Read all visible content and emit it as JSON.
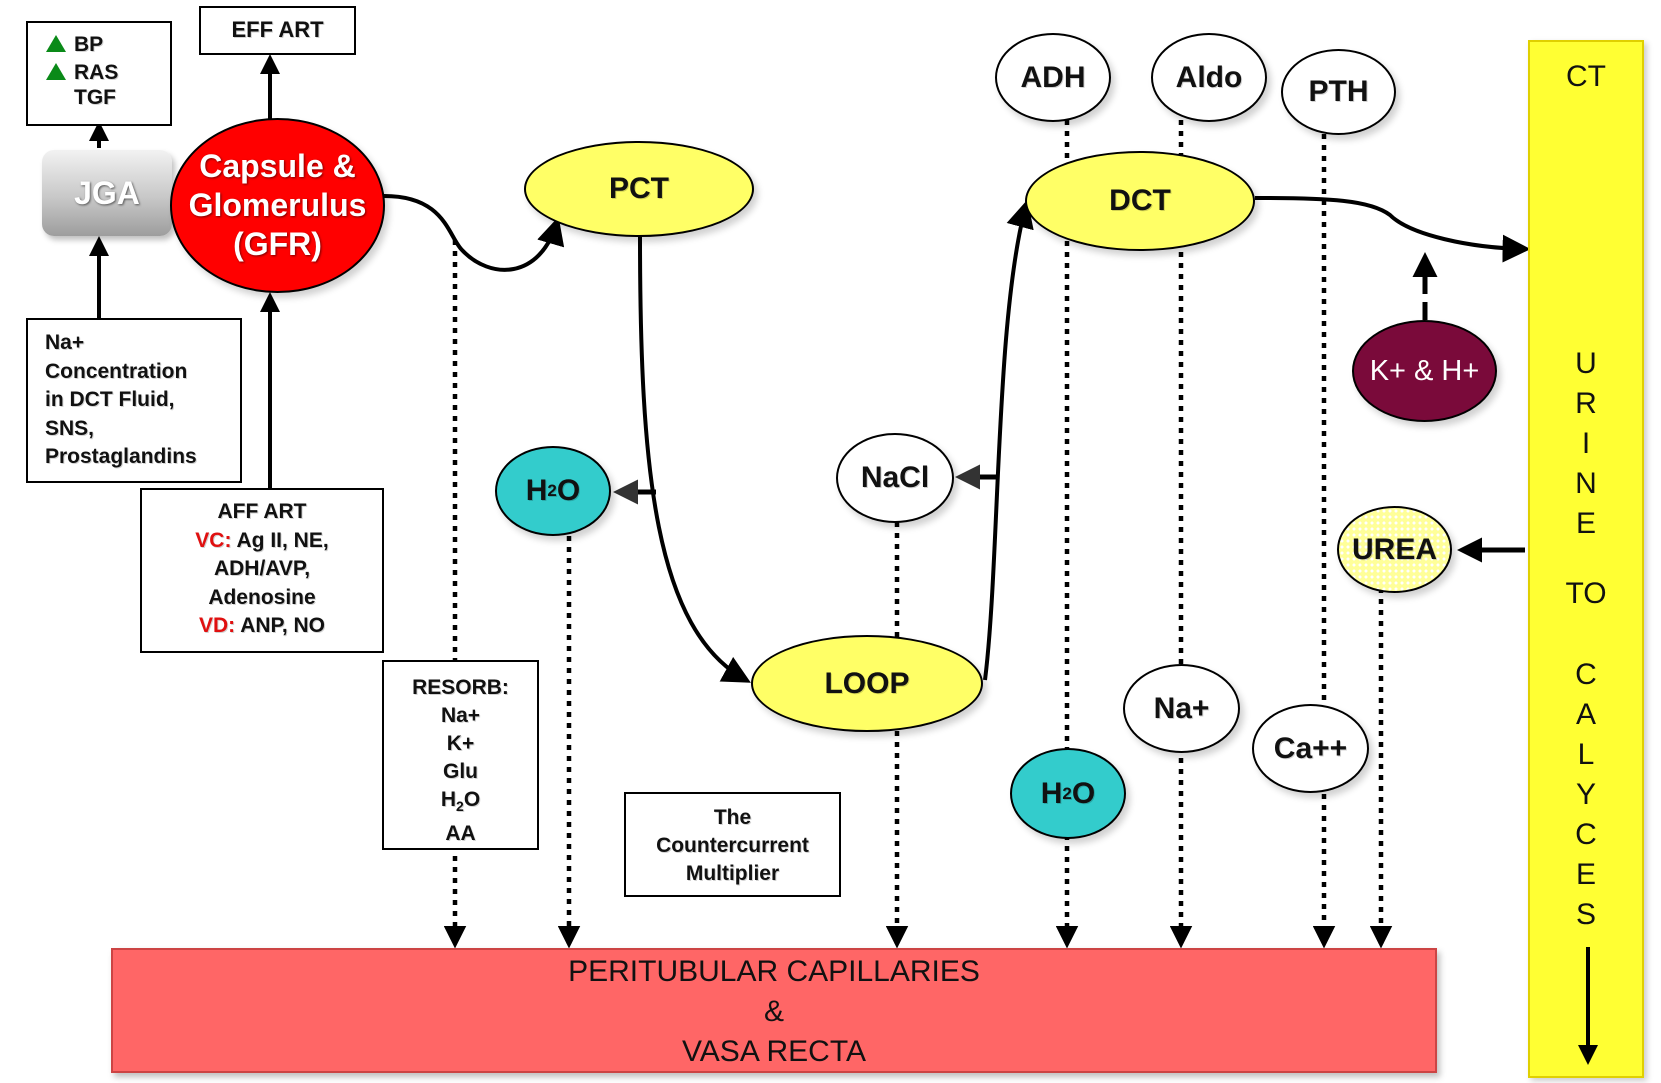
{
  "regulators_box": {
    "items": [
      "BP",
      "RAS",
      "TGF"
    ]
  },
  "eff_art_label": "EFF ART",
  "jga_label": "JGA",
  "glomerulus": {
    "line1": "Capsule &",
    "line2": "Glomerulus",
    "line3": "(GFR)"
  },
  "na_box_lines": [
    "Na+",
    "Concentration",
    "in DCT Fluid,",
    "SNS,",
    "Prostaglandins"
  ],
  "aff_art": {
    "title": "AFF ART",
    "vc_label": "VC:",
    "vc_text": "Ag II, NE,",
    "vc_line2": "ADH/AVP,",
    "vc_line3": "Adenosine",
    "vd_label": "VD:",
    "vd_text": "ANP, NO"
  },
  "resorb_box": {
    "title": "RESORB:",
    "items": [
      "Na+",
      "K+",
      "Glu",
      "AA"
    ],
    "h2o_main": "H",
    "h2o_sub": "2",
    "h2o_end": "O"
  },
  "pct_label": "PCT",
  "loop_label": "LOOP",
  "dct_label": "DCT",
  "h2o_nodes": {
    "main": "H",
    "sub": "2",
    "end": "O"
  },
  "nacl_label": "NaCl",
  "adh_label": "ADH",
  "aldo_label": "Aldo",
  "pth_label": "PTH",
  "na_plus_label": "Na+",
  "ca_label": "Ca++",
  "kh_label": "K+ & H+",
  "urea_label": "UREA",
  "countercurrent_lines": [
    "The",
    "Countercurrent",
    "Multiplier"
  ],
  "capillaries": {
    "line1": "PERITUBULAR CAPILLARIES",
    "line2": "&",
    "line3": "VASA RECTA"
  },
  "ct_bar": {
    "ct_label": "CT",
    "urine_letters": [
      "U",
      "R",
      "I",
      "N",
      "E"
    ],
    "to_label": "TO",
    "calyces_letters": [
      "C",
      "A",
      "L",
      "Y",
      "C",
      "E",
      "S"
    ]
  },
  "colors": {
    "glomerulus_red": "#ff0000",
    "yellow_node": "#ffff66",
    "teal_node": "#33cccc",
    "kh_maroon": "#7a0a3a",
    "capillary_red": "#ff6666",
    "ct_yellow": "#ffff33",
    "triangle_green": "#0a8a18",
    "label_red": "#e01010"
  },
  "icons": {
    "increase_arrow": "triangle-up-icon",
    "flow_arrow": "arrow-icon"
  }
}
